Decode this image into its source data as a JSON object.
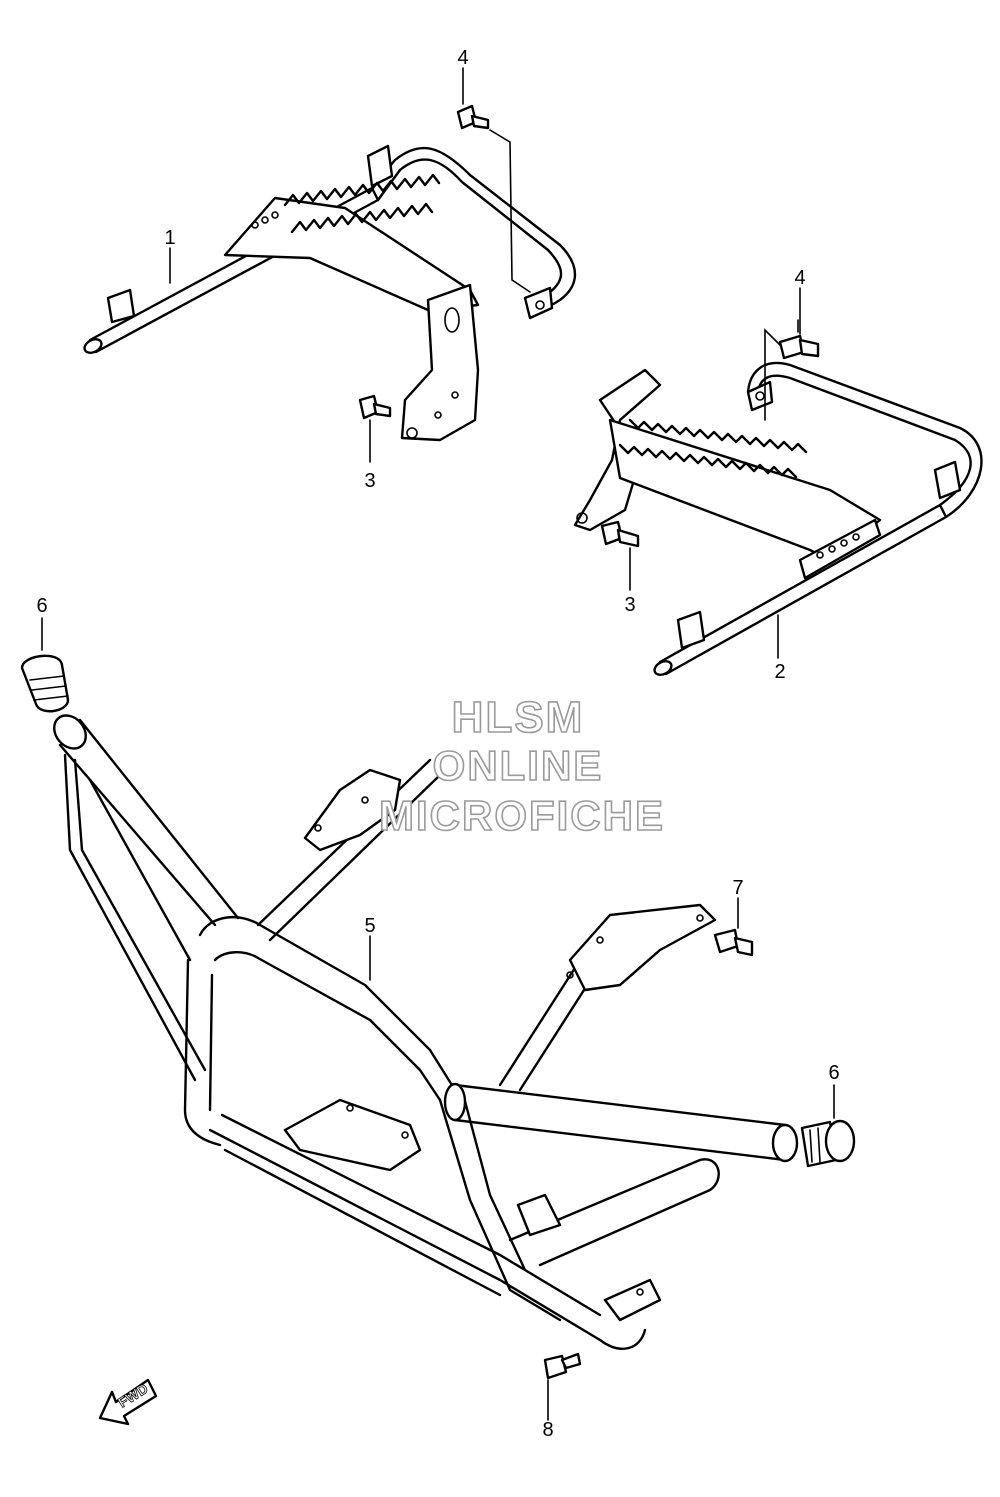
{
  "callouts": {
    "c1": "1",
    "c2": "2",
    "c3a": "3",
    "c3b": "3",
    "c4a": "4",
    "c4b": "4",
    "c5": "5",
    "c6a": "6",
    "c6b": "6",
    "c7": "7",
    "c8": "8"
  },
  "watermark": {
    "line1": "HLSM",
    "line2": "ONLINE",
    "line3": "MICROFICHE"
  },
  "fwd_label": "FWD"
}
